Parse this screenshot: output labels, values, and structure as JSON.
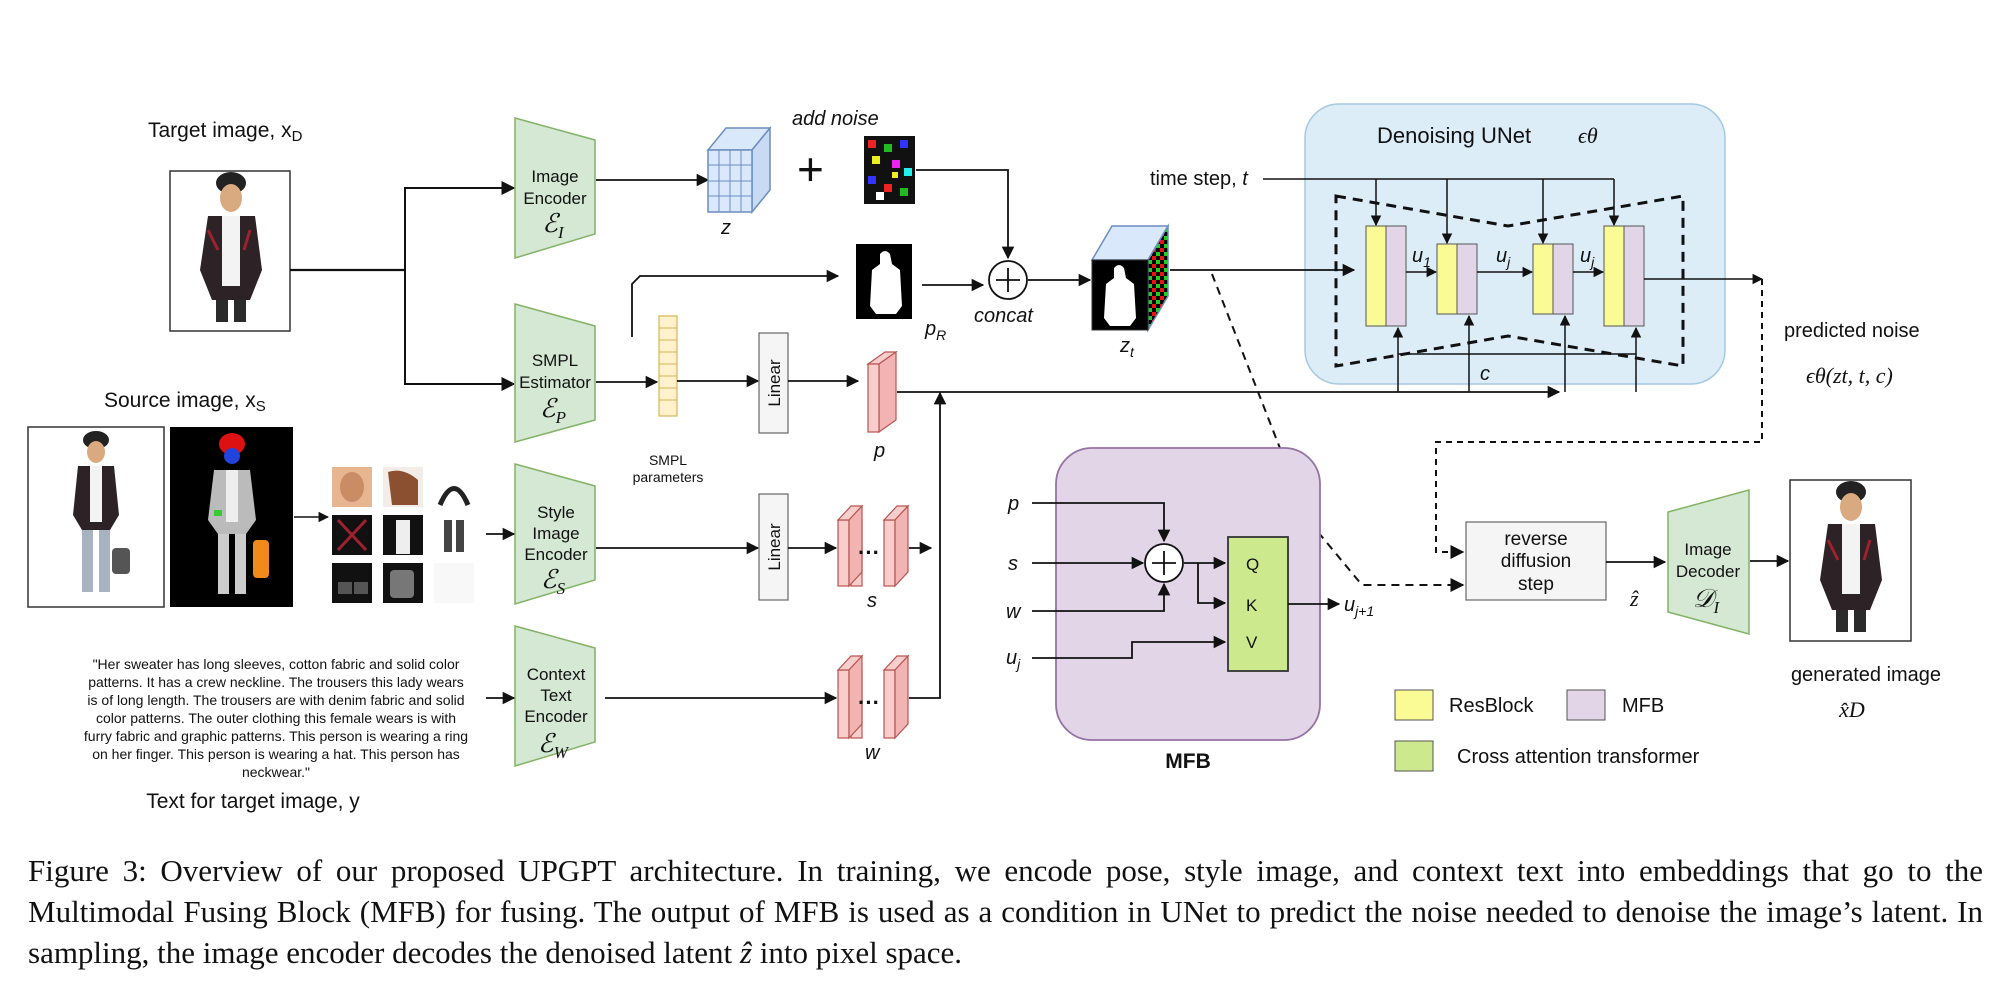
{
  "labels": {
    "target_image": "Target image, x",
    "target_image_sub": "D",
    "source_image": "Source image, x",
    "source_image_sub": "S",
    "text_for_target": "Text for target image, y",
    "add_noise": "add noise",
    "z": "z",
    "concat": "concat",
    "p_r": "p",
    "p_r_sub": "R",
    "z_t": "z",
    "z_t_sub": "t",
    "p": "p",
    "s": "s",
    "w": "w",
    "smpl_params_line1": "SMPL",
    "smpl_params_line2": "parameters",
    "linear_top": "Linear",
    "linear_bottom": "Linear",
    "time_step": "time step, ",
    "time_step_var": "t",
    "c": "c",
    "predicted_noise": "predicted noise",
    "predicted_noise_formula": "ϵθ(zt, t, c)",
    "generated_image": "generated image",
    "generated_formula": "x̂D",
    "z_hat": "ẑ",
    "u1": "u",
    "u1_sub": "1",
    "uj_a": "u",
    "uj_a_sub": "j",
    "uj_b": "u",
    "uj_b_sub": "j",
    "mfb_title": "MFB",
    "mfb_p": "p",
    "mfb_s": "s",
    "mfb_w": "w",
    "mfb_uj": "u",
    "mfb_uj_sub": "j",
    "mfb_out": "u",
    "mfb_out_sub": "j+1",
    "q": "Q",
    "k": "K",
    "v": "V"
  },
  "encoders": {
    "image_encoder": [
      "Image",
      "Encoder",
      "ℰ",
      "I"
    ],
    "smpl_estimator": [
      "SMPL",
      "Estimator",
      "ℰ",
      "P"
    ],
    "style_encoder": [
      "Style",
      "Image",
      "Encoder",
      "ℰ",
      "S"
    ],
    "context_encoder": [
      "Context",
      "Text",
      "Encoder",
      "ℰ",
      "W"
    ],
    "image_decoder": [
      "Image",
      "Decoder",
      "𝒟",
      "I"
    ]
  },
  "unet": {
    "title": "Denoising UNet",
    "symbol": "ϵθ"
  },
  "reverse_diffusion": [
    "reverse",
    "diffusion",
    "step"
  ],
  "text_prompt": [
    "\"Her sweater has long sleeves, cotton fabric and solid color",
    "patterns. It has a crew neckline. The trousers this lady wears",
    "is of long length. The trousers are with denim fabric and solid",
    "color patterns. The outer clothing this female wears is with",
    "furry fabric and graphic patterns. This person is wearing a ring",
    "on her finger. This person is wearing a hat. This person has",
    "neckwear.\""
  ],
  "legend": {
    "resblock": "ResBlock",
    "mfb": "MFB",
    "cross_attention": "Cross attention transformer",
    "colors": {
      "resblock": "#fbfb96",
      "mfb": "#e1d5e7",
      "cross_attention": "#cde98d"
    }
  },
  "colors": {
    "encoder_fill": "#d5e8d4",
    "encoder_stroke": "#82b366",
    "unet_bg": "#dcedf8",
    "unet_stroke": "#a6c9e2",
    "mfb_bg": "#e1d5e7",
    "mfb_stroke": "#9673a6",
    "embed_fill": "#f8cecc",
    "embed_stroke": "#b85450",
    "smpl_fill": "#fff2cc",
    "smpl_stroke": "#d6b656",
    "cube_fill": "#dae8fc",
    "cube_stroke": "#6c8ebf"
  },
  "caption": {
    "text": "Figure 3: Overview of our proposed UPGPT architecture. In training, we encode pose, style image, and context text into embeddings that go to the Multimodal Fusing Block (MFB) for fusing. The output of MFB is used as a condition in UNet to predict the noise needed to denoise the image’s latent. In sampling, the image encoder decodes the denoised latent ",
    "z_hat": "ẑ",
    "text_end": " into pixel space."
  }
}
